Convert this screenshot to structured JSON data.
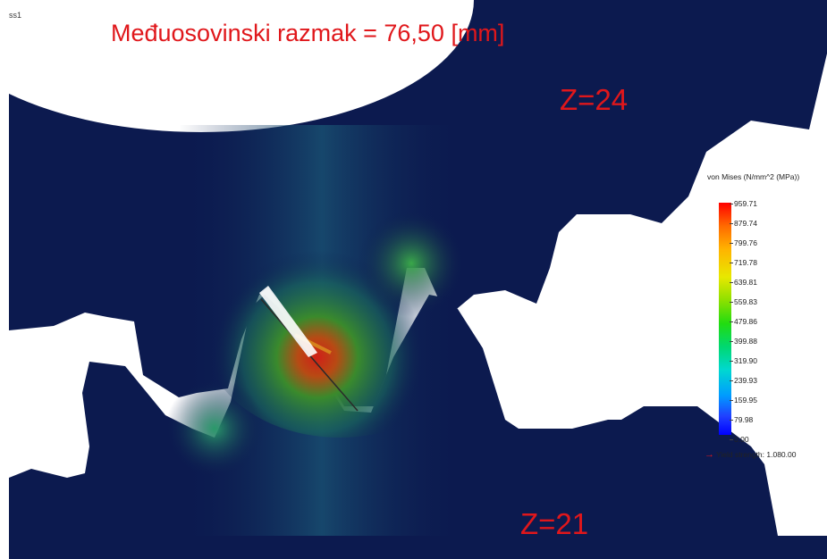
{
  "viewport": {
    "tab_label": "ss1",
    "title": "Međuosovinski razmak = 76,50 [mm]",
    "gear_top_label": "Z=24",
    "gear_bottom_label": "Z=21"
  },
  "legend": {
    "title": "von Mises (N/mm^2 (MPa))",
    "ticks": [
      "959.71",
      "879.74",
      "799.76",
      "719.78",
      "639.81",
      "559.83",
      "479.86",
      "399.88",
      "319.90",
      "239.93",
      "159.95",
      "79.98",
      "0.00"
    ],
    "yield_label": "Yield strength: 1.080.00"
  },
  "colors": {
    "gear_body": "#0c1a4f",
    "annotation_red": "#e0171b",
    "stress_high": "#ff0000",
    "stress_low": "#0000ff"
  }
}
